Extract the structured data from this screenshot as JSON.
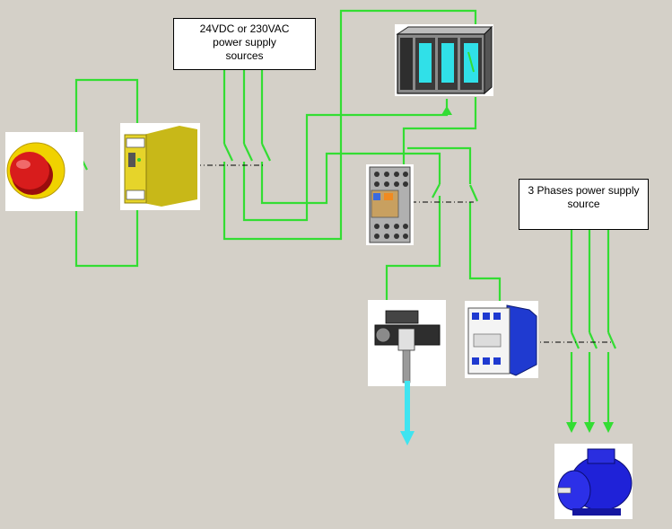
{
  "labels": {
    "supply_dc_ac": [
      "24VDC or 230VAC",
      "power supply",
      "sources"
    ],
    "supply_3phase": [
      "3 Phases power supply",
      "source"
    ]
  },
  "colors": {
    "background": "#d4d0c8",
    "wire": "#33dd33",
    "dashdot": "#000000",
    "safety_relay": "#e6d42a",
    "estop_button": "#d81c1c",
    "estop_collar": "#f0d200",
    "plc_screen": "#30e0e8",
    "contactor_blue": "#1f3ad0",
    "motor_blue": "#1f22d8",
    "output_arrow": "#3fe4f0"
  },
  "components": {
    "estop": "emergency-stop-button",
    "safety_relay": "safety-relay-module",
    "plc": "plc-rack",
    "relay": "interface-relay",
    "valve": "solenoid-valve",
    "contactor": "motor-contactor",
    "motor": "three-phase-motor"
  }
}
